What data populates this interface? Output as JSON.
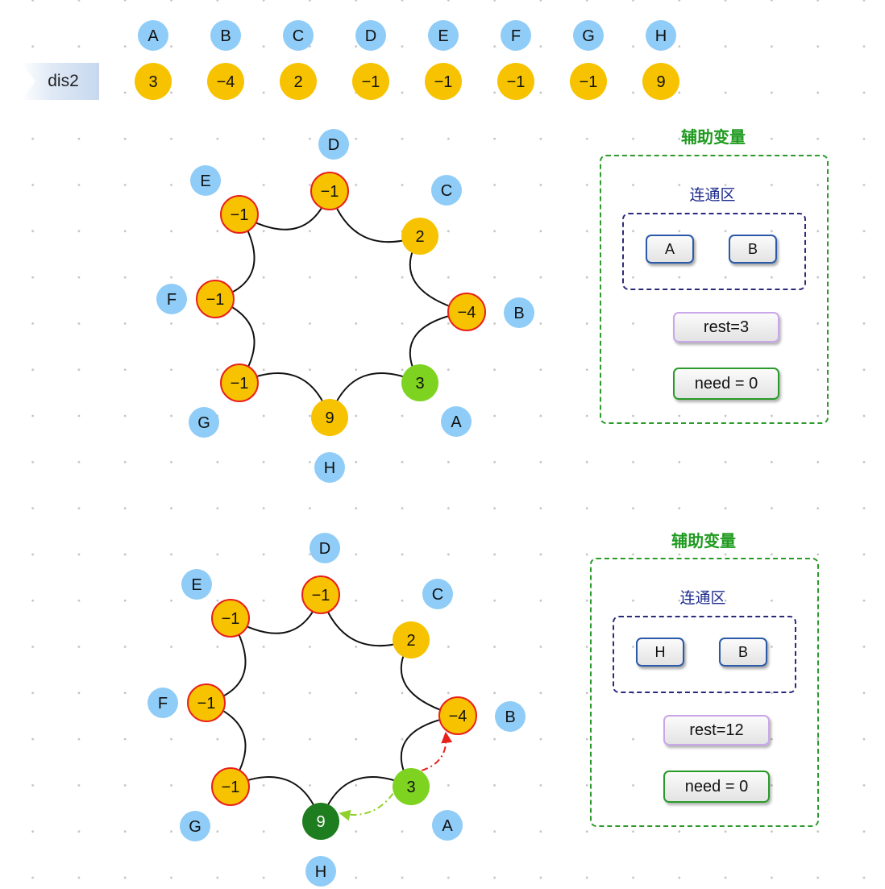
{
  "header": {
    "row_label": "dis2",
    "letters": [
      "A",
      "B",
      "C",
      "D",
      "E",
      "F",
      "G",
      "H"
    ],
    "values": [
      "3",
      "-4",
      "2",
      "-1",
      "-1",
      "-1",
      "-1",
      "9"
    ]
  },
  "colors": {
    "label_circle": "#8fccf7",
    "value_circle": "#f7c300",
    "highlight_red": "#e8201c",
    "green_light": "#7ed321",
    "green_dark": "#1e7d1e",
    "edge": "#111111"
  },
  "diagram1": {
    "nodes": {
      "A": {
        "value": "3",
        "style": "green-light"
      },
      "B": {
        "value": "-4",
        "style": "red-outline"
      },
      "C": {
        "value": "2",
        "style": "plain"
      },
      "D": {
        "value": "-1",
        "style": "red-outline"
      },
      "E": {
        "value": "-1",
        "style": "red-outline"
      },
      "F": {
        "value": "-1",
        "style": "red-outline"
      },
      "G": {
        "value": "-1",
        "style": "red-outline"
      },
      "H": {
        "value": "9",
        "style": "plain"
      }
    },
    "panel": {
      "title": "辅助变量",
      "region_title": "连通区",
      "region_nodes": [
        "A",
        "B"
      ],
      "rest": "rest=3",
      "need": "need = 0"
    }
  },
  "diagram2": {
    "nodes": {
      "A": {
        "value": "3",
        "style": "green-light"
      },
      "B": {
        "value": "-4",
        "style": "red-outline"
      },
      "C": {
        "value": "2",
        "style": "plain"
      },
      "D": {
        "value": "-1",
        "style": "red-outline"
      },
      "E": {
        "value": "-1",
        "style": "red-outline"
      },
      "F": {
        "value": "-1",
        "style": "red-outline"
      },
      "G": {
        "value": "-1",
        "style": "red-outline"
      },
      "H": {
        "value": "9",
        "style": "green-dark"
      }
    },
    "arrows": [
      {
        "from": "A",
        "to": "B",
        "color": "#e8201c",
        "style": "dash-dot"
      },
      {
        "from": "A",
        "to": "H",
        "color": "#8fd12a",
        "style": "dash-dot"
      }
    ],
    "panel": {
      "title": "辅助变量",
      "region_title": "连通区",
      "region_nodes": [
        "H",
        "B"
      ],
      "rest": "rest=12",
      "need": "need = 0"
    }
  }
}
